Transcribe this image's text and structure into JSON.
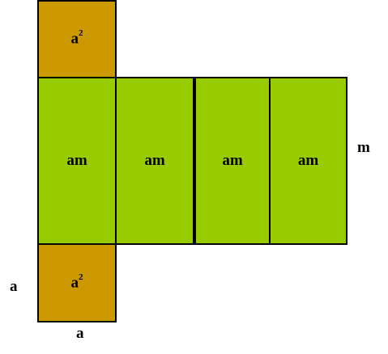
{
  "diagram": {
    "top_square": {
      "base": "a",
      "exponent": "2"
    },
    "bottom_square": {
      "base": "a",
      "exponent": "2"
    },
    "faces": [
      {
        "label": "am"
      },
      {
        "label": "am"
      },
      {
        "label": "am"
      },
      {
        "label": "am"
      }
    ],
    "side_labels": {
      "height": "m",
      "square_side": "a",
      "square_bottom": "a"
    },
    "colors": {
      "square_fill": "#cc9900",
      "face_fill": "#99cc00",
      "border": "#000000"
    }
  }
}
